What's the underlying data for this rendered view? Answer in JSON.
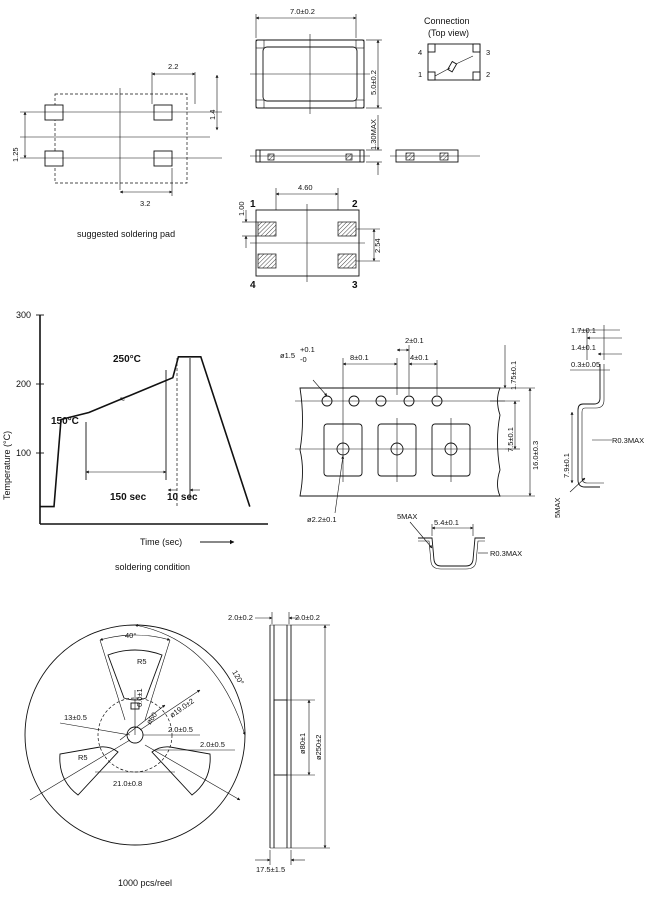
{
  "soldering_pad": {
    "caption": "suggested soldering pad",
    "dim_2_2": "2.2",
    "dim_1_4": "1.4",
    "dim_1_25": "1.25",
    "dim_3_2": "3.2"
  },
  "package": {
    "dim_width": "7.0±0.2",
    "dim_height": "5.0±0.2",
    "dim_thickness": "1.30MAX",
    "connection_title": "Connection",
    "connection_subtitle": "(Top view)",
    "pin_4": "4",
    "pin_3": "3",
    "pin_1": "1",
    "pin_2": "2"
  },
  "footprint": {
    "dim_4_60": "4.60",
    "dim_1_00": "1.00",
    "dim_2_54": "2.54",
    "pin_1": "1",
    "pin_2": "2",
    "pin_3": "3",
    "pin_4": "4"
  },
  "reflow_chart": {
    "ylabel": "Temperature (°C)",
    "xlabel": "Time (sec)",
    "caption": "soldering condition",
    "tick_300": "300",
    "tick_200": "200",
    "tick_100": "100",
    "peak_label": "250°C",
    "preheat_label": "150°C",
    "dur_150": "150 sec",
    "dur_10": "10 sec"
  },
  "chart_data": {
    "type": "line",
    "x": [
      0,
      20,
      30,
      70,
      190,
      198,
      200,
      210,
      230,
      300
    ],
    "y": [
      25,
      25,
      150,
      160,
      210,
      240,
      240,
      240,
      240,
      25
    ],
    "ylim": [
      0,
      300
    ],
    "ylabel": "Temperature (°C)",
    "xlabel": "Time (sec)",
    "annotations": [
      "250°C",
      "150°C",
      "150 sec",
      "10 sec"
    ]
  },
  "tape": {
    "dim_hole_d": "ø1.5",
    "dim_hole_tol_plus": "+0.1",
    "dim_hole_tol_minus": "-0",
    "dim_pitch_8": "8±0.1",
    "dim_2": "2±0.1",
    "dim_4": "4±0.1",
    "dim_1_75": "1.75±0.1",
    "dim_7_5": "7.5±0.1",
    "dim_16": "16.0±0.3",
    "dim_cavity_hole": "ø2.2±0.1",
    "dim_5max_a": "5MAX",
    "dim_5_4": "5.4±0.1",
    "dim_r03_a": "R0.3MAX",
    "dim_1_7": "1.7±0.1",
    "dim_1_4": "1.4±0.1",
    "dim_0_3": "0.3±0.05",
    "dim_r03_b": "R0.3MAX",
    "dim_7_9": "7.9±0.1",
    "dim_5max_b": "5MAX"
  },
  "reel": {
    "dim_40deg": "40°",
    "dim_r5_top": "R5",
    "dim_r5_left": "R5",
    "dim_120deg": "120°",
    "dim_6": "6.0±1",
    "dim_d60": "ø60",
    "dim_d19": "ø19.0±2",
    "dim_13": "13±0.5",
    "dim_2_0a": "2.0±0.5",
    "dim_2_0b": "2.0±0.5",
    "dim_21": "21.0±0.8",
    "side_2_0_left": "2.0±0.2",
    "side_2_0_right": "2.0±0.2",
    "side_d80": "ø80±1",
    "side_d250": "ø250±2",
    "side_17_5": "17.5±1.5",
    "caption": "1000 pcs/reel"
  }
}
